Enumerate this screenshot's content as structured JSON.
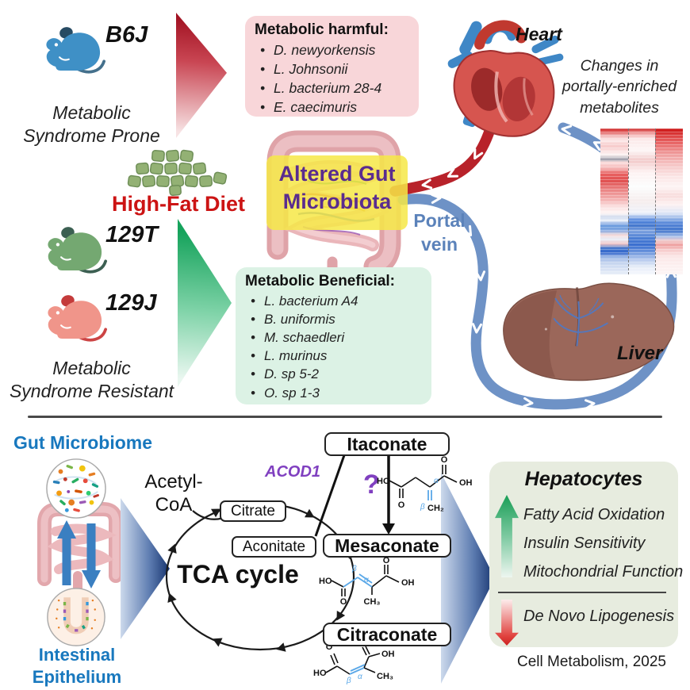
{
  "top": {
    "b6j_label": "B6J",
    "b6j_desc_lines": [
      "Metabolic",
      "Syndrome Prone"
    ],
    "harmful": {
      "title": "Metabolic harmful:",
      "items": [
        "D. newyorkensis",
        "L. Johnsonii",
        "L. bacterium 28-4",
        "E. caecimuris"
      ]
    },
    "heart_label": "Heart",
    "metabolites_note_lines": [
      "Changes in",
      "portally-enriched",
      "metabolites"
    ],
    "high_fat_diet": "High-Fat Diet",
    "altered_gut_lines": [
      "Altered Gut",
      "Microbiota"
    ],
    "portal_vein_lines": [
      "Portal",
      "vein"
    ],
    "m129t_label": "129T",
    "m129j_label": "129J",
    "resistant_desc_lines": [
      "Metabolic",
      "Syndrome Resistant"
    ],
    "beneficial": {
      "title": "Metabolic Beneficial:",
      "items": [
        "L. bacterium A4",
        "B. uniformis",
        "M. schaedleri",
        "L. murinus",
        "D. sp 5-2",
        "O. sp 1-3"
      ]
    },
    "liver_label": "Liver"
  },
  "bottom": {
    "gut_microbiome_label": "Gut Microbiome",
    "intestinal_epithelium_lines": [
      "Intestinal",
      "Epithelium"
    ],
    "acetyl_coa_lines": [
      "Acetyl-",
      "CoA"
    ],
    "tca_cycle": "TCA cycle",
    "citrate": "Citrate",
    "aconitate": "Aconitate",
    "acod1": "ACOD1",
    "question": "?",
    "itaconate": "Itaconate",
    "mesaconate": "Mesaconate",
    "citraconate": "Citraconate",
    "hepatocytes": {
      "title": "Hepatocytes",
      "increased": [
        "Fatty Acid Oxidation",
        "Insulin Sensitivity",
        "Mitochondrial Function"
      ],
      "decreased": [
        "De Novo Lipogenesis"
      ]
    },
    "citation": "Cell Metabolism, 2025"
  },
  "chem_labels": {
    "ho": "HO",
    "o": "O",
    "oh": "OH",
    "ch2": "CH₂",
    "ch3": "CH₃",
    "alpha": "α",
    "beta": "β"
  },
  "colors": {
    "harmful_box_bg": "#f8d6d9",
    "beneficial_box_bg": "#dcf2e5",
    "hepatocytes_box_bg": "#e7ecdf",
    "high_fat_red": "#cc1414",
    "altered_gut_purple": "#5a2c8f",
    "highlight_yellow": "#f6e84f",
    "acod1_purple": "#8040c0",
    "portal_vein_blue": "#5b82ba",
    "section_label_blue": "#1878be",
    "mouse_blue": "#3f90c6",
    "mouse_green": "#74a871",
    "mouse_salmon": "#f0958a",
    "artery_red": "#b8222a",
    "vein_blue": "#6e92c6",
    "increase_green": "#1a9e56",
    "decrease_red": "#cc2222"
  }
}
